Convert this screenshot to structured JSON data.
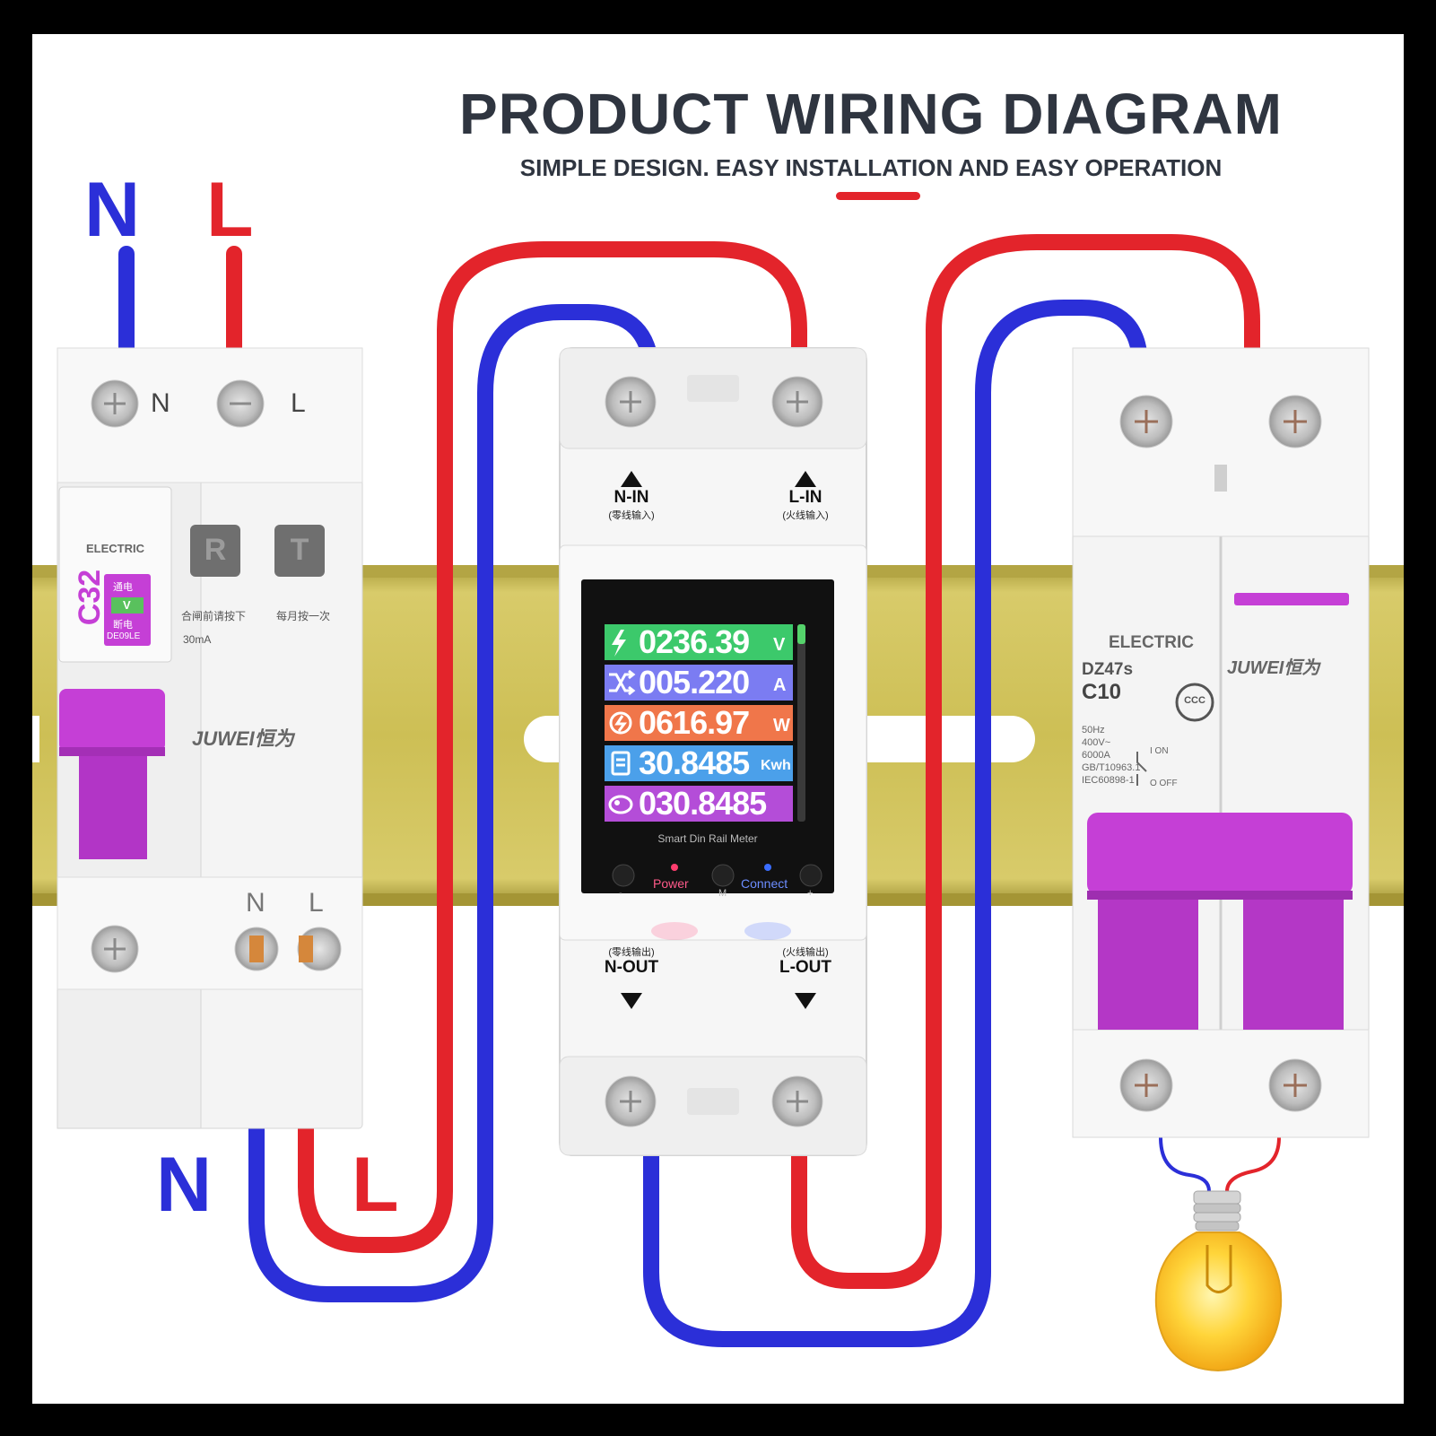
{
  "header": {
    "title": "PRODUCT WIRING DIAGRAM",
    "subtitle": "SIMPLE DESIGN. EASY INSTALLATION AND EASY OPERATION"
  },
  "supply": {
    "n": "N",
    "l": "L"
  },
  "output": {
    "n": "N",
    "l": "L"
  },
  "rcbo": {
    "top_n": "N",
    "top_l": "L",
    "brand": "ELECTRIC",
    "rating": "C32",
    "status_on": "通电",
    "status_off": "断电",
    "check": "V",
    "model": "DE09LE",
    "btn_r": "R",
    "btn_t": "T",
    "hint_r": "合闸前请按下",
    "hint_t": "每月按一次",
    "leak": "30mA",
    "logo": "JUWEI恒为",
    "bottom_n": "N",
    "bottom_l": "L"
  },
  "meter": {
    "n_in": "N-IN",
    "n_in_cn": "(零线输入)",
    "l_in": "L-IN",
    "l_in_cn": "(火线输入)",
    "n_out": "N-OUT",
    "n_out_cn": "(零线输出)",
    "l_out": "L-OUT",
    "l_out_cn": "(火线输出)",
    "rows": [
      {
        "value": "0236.39",
        "unit": "V",
        "icon": "lightning-icon",
        "color": "#3cc96b"
      },
      {
        "value": "005.220",
        "unit": "A",
        "icon": "shuffle-icon",
        "color": "#7b7cf2"
      },
      {
        "value": "0616.97",
        "unit": "W",
        "icon": "power-icon",
        "color": "#f0764a"
      },
      {
        "value": "30.8485",
        "unit": "Kwh",
        "icon": "receipt-icon",
        "color": "#4ba0ea"
      },
      {
        "value": "030.8485",
        "unit": "",
        "icon": "piggy-bank-icon",
        "color": "#b44dd8"
      }
    ],
    "caption": "Smart Din Rail Meter",
    "power_label": "Power",
    "connect_label": "Connect",
    "minus": "-",
    "m": "M",
    "plus": "+"
  },
  "mcb": {
    "brand": "ELECTRIC",
    "model": "DZ47s",
    "rating": "C10",
    "specs": [
      "50Hz",
      "400V~",
      "6000A",
      "GB/T10963.1",
      "IEC60898-1"
    ],
    "on": "I ON",
    "off": "O OFF",
    "logo": "JUWEI恒为",
    "ccc": "CCC"
  },
  "colors": {
    "neutral": "#2b2fd8",
    "live": "#e3242b",
    "handle": "#c53fd6",
    "rail": "#d1c15a",
    "title": "#2f3540"
  }
}
